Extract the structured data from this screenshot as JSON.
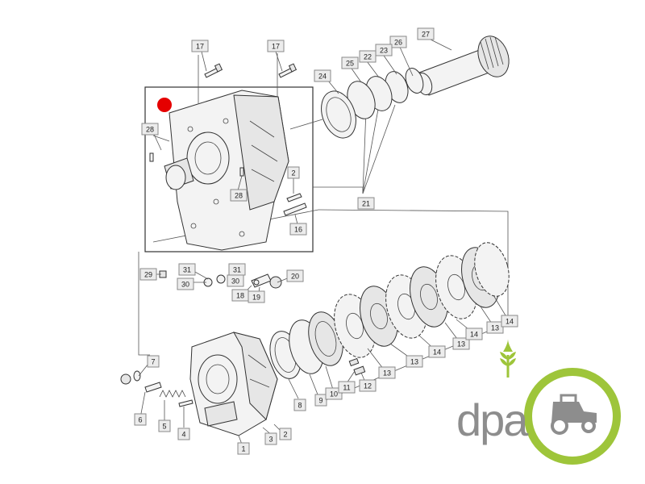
{
  "diagram": {
    "callouts": [
      {
        "id": "c17a",
        "text": "17"
      },
      {
        "id": "c17b",
        "text": "17"
      },
      {
        "id": "c27",
        "text": "27"
      },
      {
        "id": "c26",
        "text": "26"
      },
      {
        "id": "c23",
        "text": "23"
      },
      {
        "id": "c22",
        "text": "22"
      },
      {
        "id": "c25",
        "text": "25"
      },
      {
        "id": "c24",
        "text": "24"
      },
      {
        "id": "c28a",
        "text": "28"
      },
      {
        "id": "c28b",
        "text": "28"
      },
      {
        "id": "c2a",
        "text": "2"
      },
      {
        "id": "c16",
        "text": "16"
      },
      {
        "id": "c21",
        "text": "21"
      },
      {
        "id": "c29",
        "text": "29"
      },
      {
        "id": "c31a",
        "text": "31"
      },
      {
        "id": "c31b",
        "text": "31"
      },
      {
        "id": "c30a",
        "text": "30"
      },
      {
        "id": "c30b",
        "text": "30"
      },
      {
        "id": "c20",
        "text": "20"
      },
      {
        "id": "c18",
        "text": "18"
      },
      {
        "id": "c19",
        "text": "19"
      },
      {
        "id": "c7",
        "text": "7"
      },
      {
        "id": "c6",
        "text": "6"
      },
      {
        "id": "c5",
        "text": "5"
      },
      {
        "id": "c4",
        "text": "4"
      },
      {
        "id": "c1",
        "text": "1"
      },
      {
        "id": "c3",
        "text": "3"
      },
      {
        "id": "c2b",
        "text": "2"
      },
      {
        "id": "c8",
        "text": "8"
      },
      {
        "id": "c9",
        "text": "9"
      },
      {
        "id": "c10",
        "text": "10"
      },
      {
        "id": "c11",
        "text": "11"
      },
      {
        "id": "c12",
        "text": "12"
      },
      {
        "id": "c13a",
        "text": "13"
      },
      {
        "id": "c13b",
        "text": "13"
      },
      {
        "id": "c13c",
        "text": "13"
      },
      {
        "id": "c13d",
        "text": "13"
      },
      {
        "id": "c14a",
        "text": "14"
      },
      {
        "id": "c14b",
        "text": "14"
      },
      {
        "id": "c14c",
        "text": "14"
      }
    ]
  },
  "logo": {
    "text": "dpa",
    "text_color": "#8d8d8d",
    "accent_color": "#9ec53a",
    "icons": [
      "wheat-icon",
      "tractor-icon"
    ]
  },
  "marker": {
    "color": "#e50000"
  }
}
